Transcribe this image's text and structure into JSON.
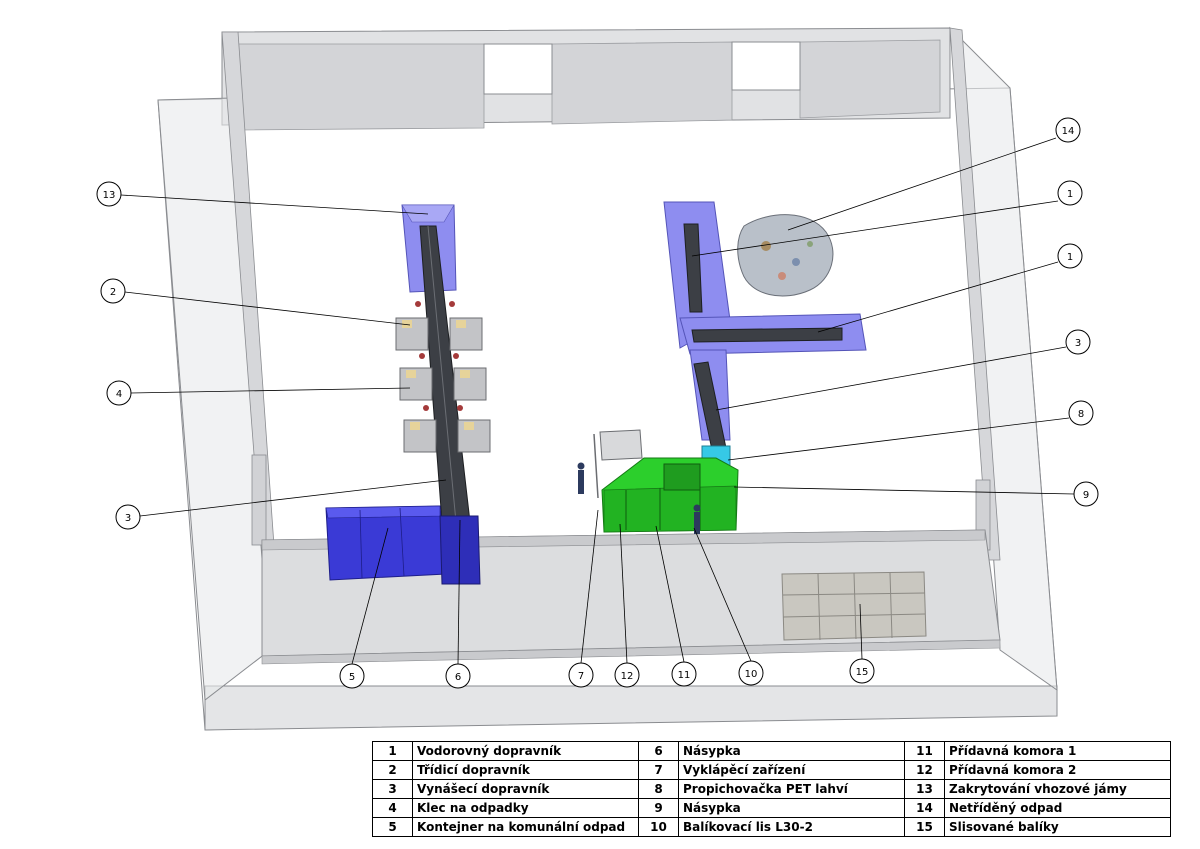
{
  "callouts": [
    {
      "label": "13"
    },
    {
      "label": "2"
    },
    {
      "label": "4"
    },
    {
      "label": "3"
    },
    {
      "label": "5"
    },
    {
      "label": "6"
    },
    {
      "label": "7"
    },
    {
      "label": "12"
    },
    {
      "label": "11"
    },
    {
      "label": "10"
    },
    {
      "label": "15"
    },
    {
      "label": "14"
    },
    {
      "label": "1"
    },
    {
      "label": "1"
    },
    {
      "label": "3"
    },
    {
      "label": "8"
    },
    {
      "label": "9"
    }
  ],
  "legend": {
    "rows": [
      [
        {
          "num": "1",
          "text": "Vodorovný dopravník"
        },
        {
          "num": "6",
          "text": "Násypka"
        },
        {
          "num": "11",
          "text": "Přídavná komora 1"
        }
      ],
      [
        {
          "num": "2",
          "text": "Třídicí dopravník"
        },
        {
          "num": "7",
          "text": "Vyklápěcí zařízení"
        },
        {
          "num": "12",
          "text": "Přídavná komora 2"
        }
      ],
      [
        {
          "num": "3",
          "text": "Vynášecí dopravník"
        },
        {
          "num": "8",
          "text": "Propichovačka PET lahví"
        },
        {
          "num": "13",
          "text": "Zakrytování vhozové jámy"
        }
      ],
      [
        {
          "num": "4",
          "text": "Klec na odpadky"
        },
        {
          "num": "9",
          "text": "Násypka"
        },
        {
          "num": "14",
          "text": "Netříděný odpad"
        }
      ],
      [
        {
          "num": "5",
          "text": "Kontejner na komunální odpad"
        },
        {
          "num": "10",
          "text": "Balíkovací lis L30-2"
        },
        {
          "num": "15",
          "text": "Slisované balíky"
        }
      ]
    ]
  },
  "colors": {
    "wall": "#d9dadc",
    "wall_edge": "#8a8c90",
    "hopper_violet": "#8e8df0",
    "conveyor_dark": "#3c3f45",
    "container_blue": "#3a3ad6",
    "press_green": "#2ccf2c",
    "cyan": "#36c9e6",
    "cage_grey": "#c3c4c7",
    "bales_grey": "#c9c7c0"
  }
}
